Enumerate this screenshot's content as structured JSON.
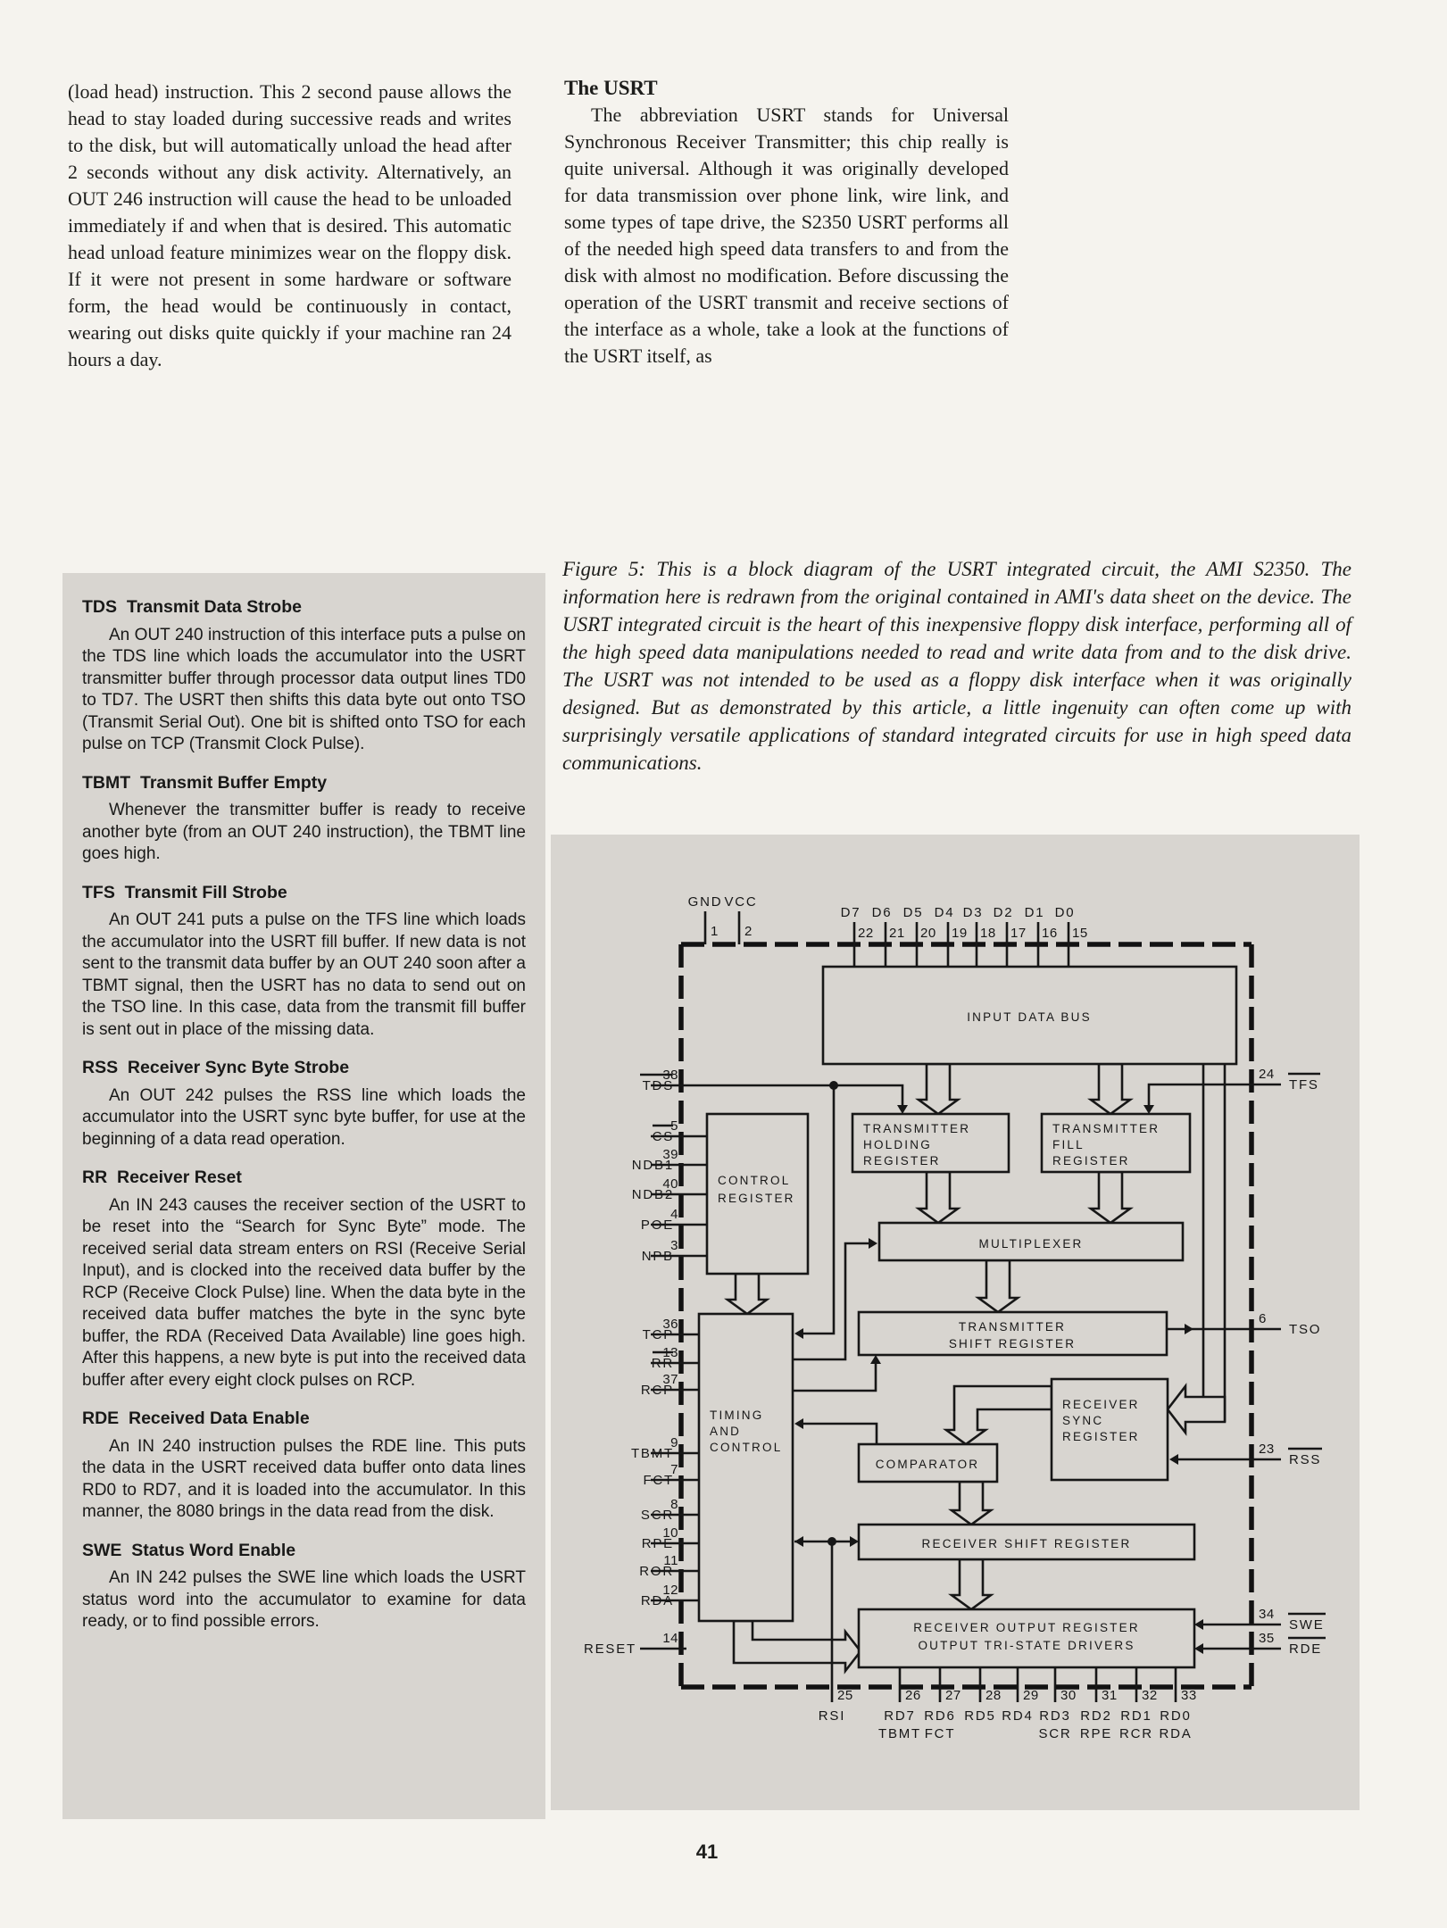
{
  "page": {
    "number": "41",
    "background": "#f5f3ee",
    "panel_background": "#d8d5d0",
    "ink": "#1d1d1b"
  },
  "article": {
    "col1": "(load head) instruction. This 2 second pause allows the head to stay loaded during successive reads and writes to the disk, but will automatically unload the head after 2 seconds without any disk activity. Alternatively, an OUT 246 instruction will cause the head to be unloaded immediately if and when that is desired. This automatic head unload feature minimizes wear on the floppy disk. If it were not present in some hardware or software form, the head would be continuously in contact, wearing out disks quite quickly if your machine ran 24 hours a day.",
    "col2_heading": "The USRT",
    "col2": "The abbreviation USRT stands for Universal Synchronous Receiver Transmitter; this chip really is quite universal. Although it was originally developed for data transmission over phone link, wire link, and some types of tape drive, the S2350 USRT performs all of the needed high speed data transfers to and from the disk with almost no modification. Before discussing the operation of the USRT transmit and receive sections of the interface as a whole, take a look at the functions of the USRT itself, as"
  },
  "caption": "Figure 5: This is a block diagram of the USRT integrated circuit, the AMI S2350. The information here is redrawn from the original contained in AMI's data sheet on the device. The USRT integrated circuit is the heart of this inexpensive floppy disk interface, performing all of the high speed data manipulations needed to read and write data from and to the disk drive. The USRT was not intended to be used as a floppy disk interface when it was originally designed. But as demonstrated by this article, a little ingenuity can often come up with surprisingly versatile applications of standard integrated circuits for use in high speed data communications.",
  "sidebar": {
    "sections": [
      {
        "heading": "TDS  Transmit Data Strobe",
        "body": "An OUT 240 instruction of this interface puts a pulse on the TDS line which loads the accumulator into the USRT transmitter buffer through processor data output lines TD0 to TD7. The USRT then shifts this data byte out onto TSO (Transmit Serial Out). One bit is shifted onto TSO for each pulse on TCP (Transmit Clock Pulse)."
      },
      {
        "heading": "TBMT  Transmit Buffer Empty",
        "body": "Whenever the transmitter buffer is ready to receive another byte (from an OUT 240 instruction), the TBMT line goes high."
      },
      {
        "heading": "TFS  Transmit Fill Strobe",
        "body": "An OUT 241 puts a pulse on the TFS line which loads the accumulator into the USRT fill buffer. If new data is not sent to the transmit data buffer by an OUT 240 soon after a TBMT signal, then the USRT has no data to send out on the TSO line. In this case, data from the transmit fill buffer is sent out in place of the missing data."
      },
      {
        "heading": "RSS  Receiver Sync Byte Strobe",
        "body": "An OUT 242 pulses the RSS line which loads the accumulator into the USRT sync byte buffer, for use at the beginning of a data read operation."
      },
      {
        "heading": "RR  Receiver Reset",
        "body": "An IN 243 causes the receiver section of the USRT to be reset into the “Search for Sync Byte” mode. The received serial data stream enters on RSI (Receive Serial Input), and is clocked into the received data buffer by the RCP (Receive Clock Pulse) line. When the data byte in the received data buffer matches the byte in the sync byte buffer, the RDA (Received Data Available) line goes high. After this happens, a new byte is put into the received data buffer after every eight clock pulses on RCP."
      },
      {
        "heading": "RDE  Received Data Enable",
        "body": "An IN 240 instruction pulses the RDE line. This puts the data in the USRT received data buffer onto data lines RD0 to RD7, and it is loaded into the accumulator. In this manner, the 8080 brings in the data read from the disk."
      },
      {
        "heading": "SWE  Status Word Enable",
        "body": "An IN 242 pulses the SWE line which loads the USRT status word into the accumulator to examine for data ready, or to find possible errors."
      }
    ]
  },
  "diagram": {
    "boxes": {
      "bus": "INPUT DATA BUS",
      "control": [
        "CONTROL",
        "REGISTER"
      ],
      "holding": [
        "TRANSMITTER",
        "HOLDING",
        "REGISTER"
      ],
      "fill": [
        "TRANSMITTER",
        "FILL",
        "REGISTER"
      ],
      "mux": "MULTIPLEXER",
      "tsr": [
        "TRANSMITTER",
        "SHIFT REGISTER"
      ],
      "timing": [
        "TIMING",
        "AND",
        "CONTROL"
      ],
      "comparator": "COMPARATOR",
      "sync": [
        "RECEIVER",
        "SYNC",
        "REGISTER"
      ],
      "rsr": "RECEIVER SHIFT REGISTER",
      "out": [
        "RECEIVER OUTPUT REGISTER",
        "OUTPUT TRI-STATE DRIVERS"
      ]
    },
    "pins": {
      "top": [
        {
          "n": "1",
          "label": "GND"
        },
        {
          "n": "2",
          "label": "VCC"
        },
        {
          "n": "22",
          "label": "D7"
        },
        {
          "n": "21",
          "label": "D6"
        },
        {
          "n": "20",
          "label": "D5"
        },
        {
          "n": "19",
          "label": "D4"
        },
        {
          "n": "18",
          "label": "D3"
        },
        {
          "n": "17",
          "label": "D2"
        },
        {
          "n": "16",
          "label": "D1"
        },
        {
          "n": "15",
          "label": "D0"
        }
      ],
      "left": [
        {
          "n": "38",
          "label": "TDS"
        },
        {
          "n": "5",
          "label": "CS"
        },
        {
          "n": "39",
          "label": "NDB1"
        },
        {
          "n": "40",
          "label": "NDB2"
        },
        {
          "n": "4",
          "label": "POE"
        },
        {
          "n": "3",
          "label": "NPB"
        },
        {
          "n": "36",
          "label": "TCP"
        },
        {
          "n": "13",
          "label": "RR"
        },
        {
          "n": "37",
          "label": "RCP"
        },
        {
          "n": "9",
          "label": "TBMT"
        },
        {
          "n": "7",
          "label": "FCT"
        },
        {
          "n": "8",
          "label": "SCR"
        },
        {
          "n": "10",
          "label": "RPE"
        },
        {
          "n": "11",
          "label": "ROR"
        },
        {
          "n": "12",
          "label": "RDA"
        },
        {
          "n": "14",
          "label": "RESET"
        }
      ],
      "right": [
        {
          "n": "24",
          "label": "TFS"
        },
        {
          "n": "6",
          "label": "TSO"
        },
        {
          "n": "23",
          "label": "RSS"
        },
        {
          "n": "34",
          "label": "SWE"
        },
        {
          "n": "35",
          "label": "RDE"
        }
      ],
      "bottom_numbers": [
        "25",
        "26",
        "27",
        "28",
        "29",
        "30",
        "31",
        "32",
        "33"
      ],
      "bottom_row1": [
        "RSI",
        "RD7",
        "RD6",
        "RD5",
        "RD4",
        "RD3",
        "RD2",
        "RD1",
        "RD0"
      ],
      "bottom_row2": [
        "TBMT",
        "FCT",
        "SCR",
        "RPE",
        "RCR",
        "RDA"
      ]
    }
  }
}
